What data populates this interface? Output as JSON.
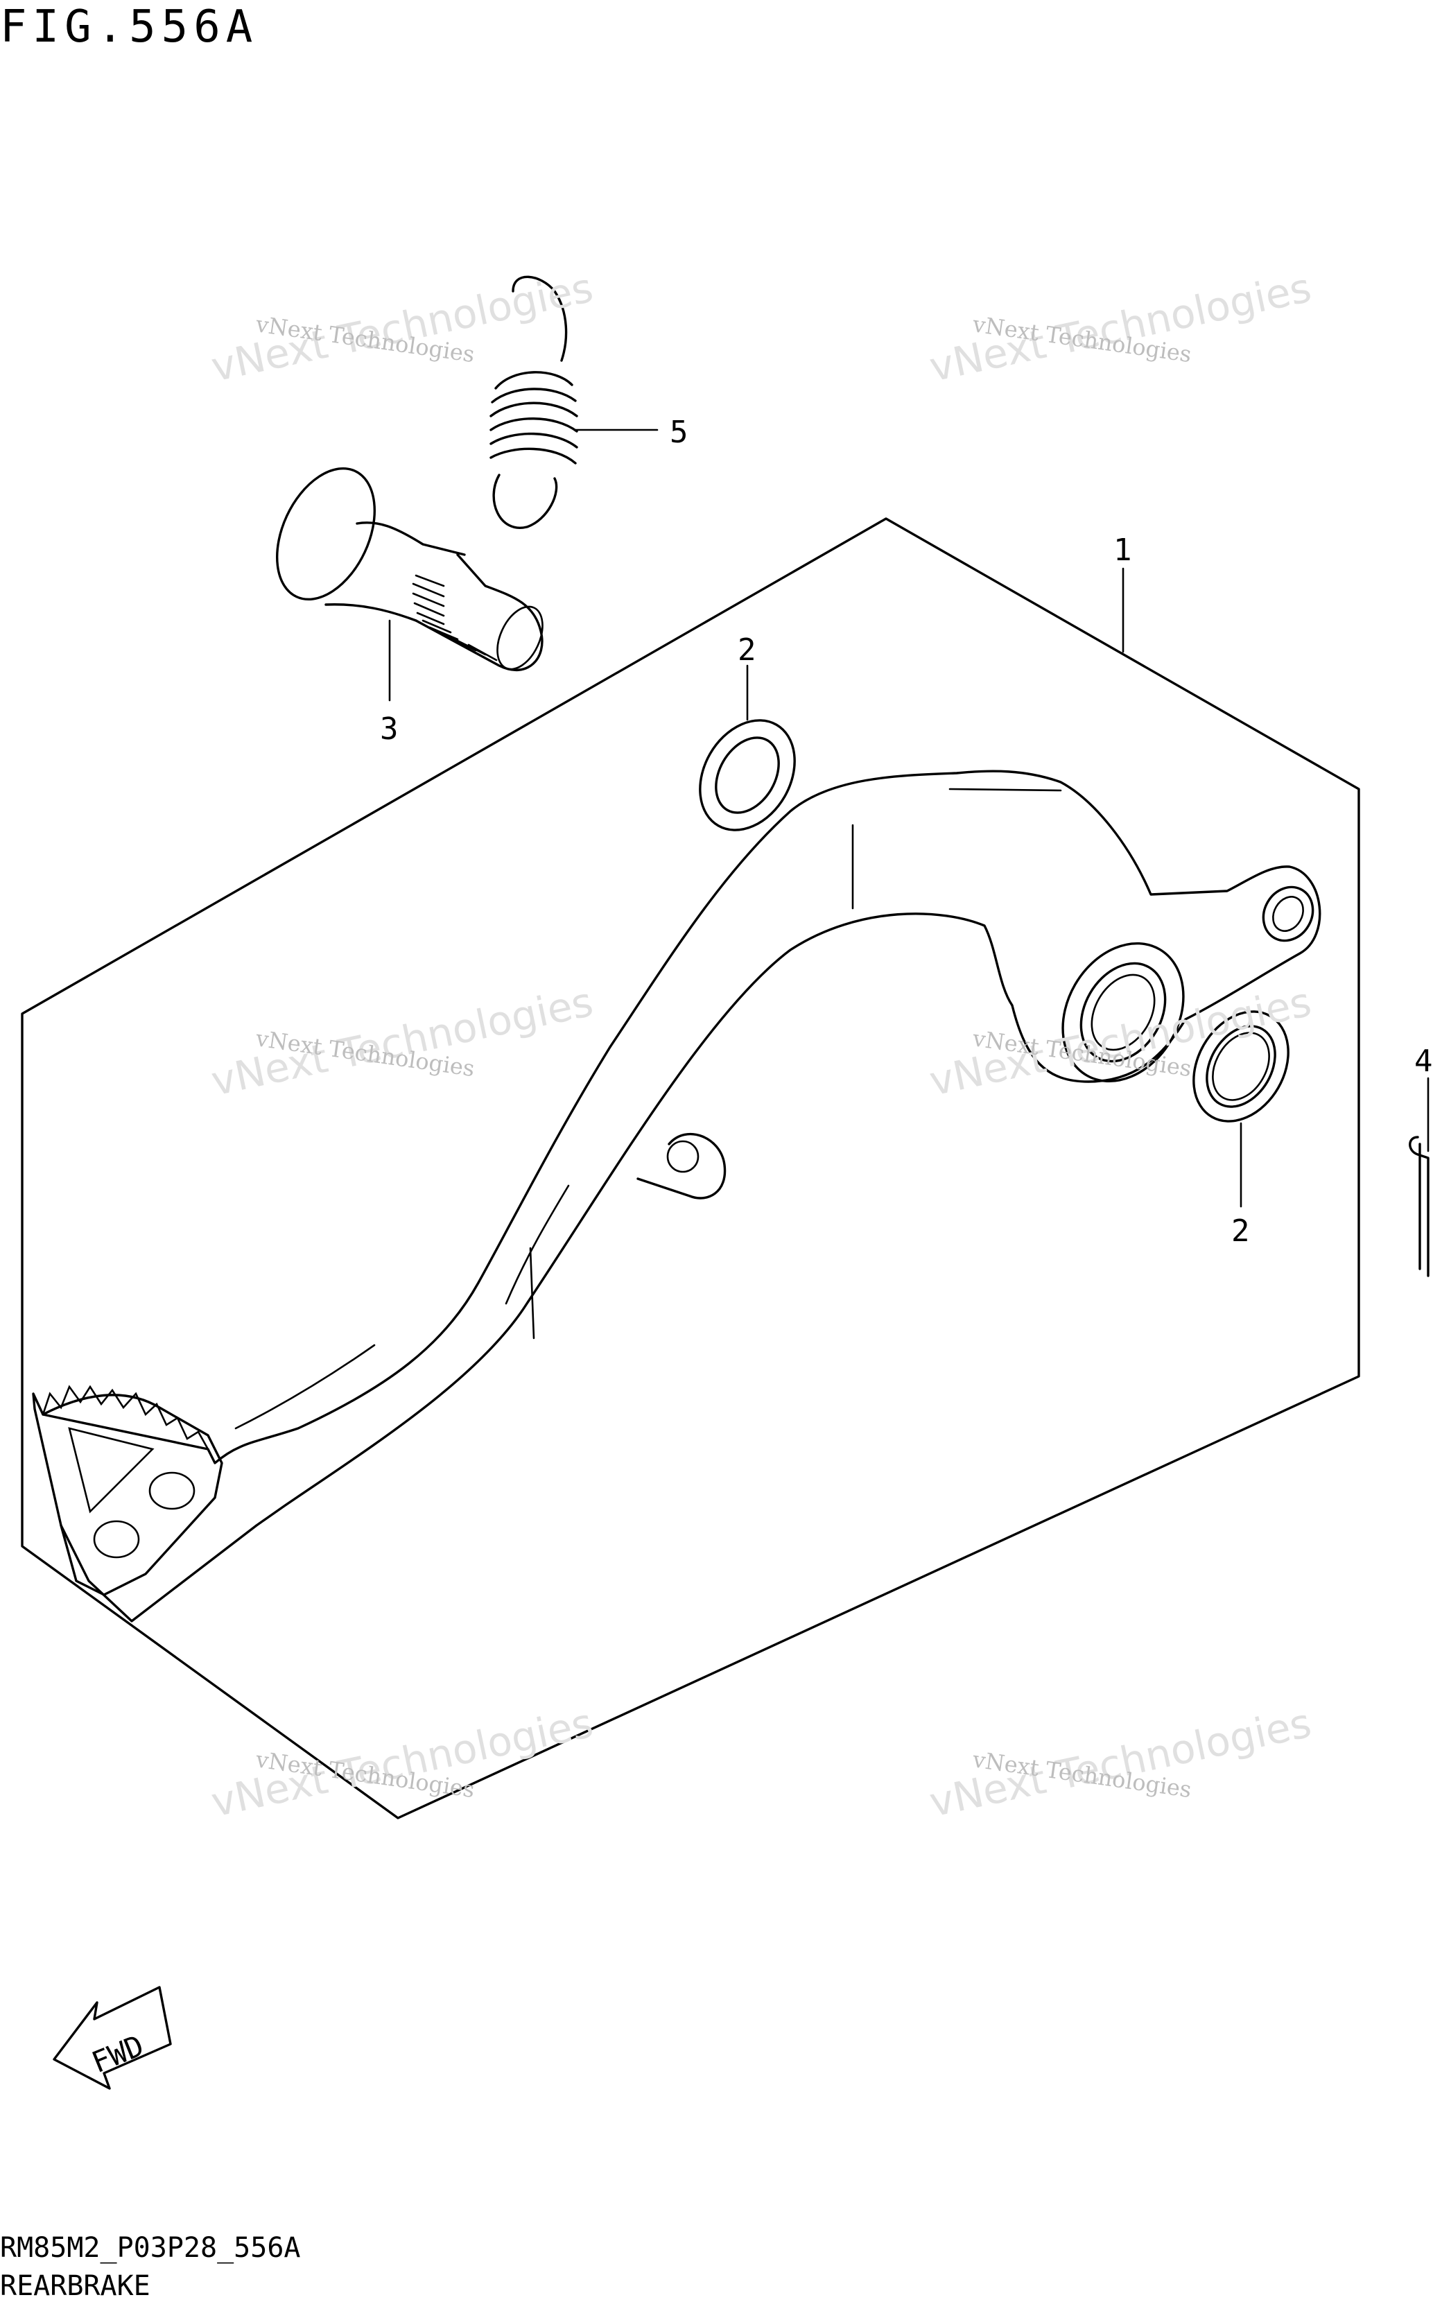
{
  "figure": {
    "title": "FIG.556A",
    "code": "RM85M2_P03P28_556A",
    "caption": "REARBRAKE"
  },
  "callouts": [
    {
      "id": "1",
      "label": "1"
    },
    {
      "id": "2a",
      "label": "2"
    },
    {
      "id": "2b",
      "label": "2"
    },
    {
      "id": "3",
      "label": "3"
    },
    {
      "id": "4",
      "label": "4"
    },
    {
      "id": "5",
      "label": "5"
    }
  ],
  "fwd_label": "FWD",
  "watermark": {
    "line1": "vNext Technologies",
    "line2": "vNext Technologies"
  }
}
